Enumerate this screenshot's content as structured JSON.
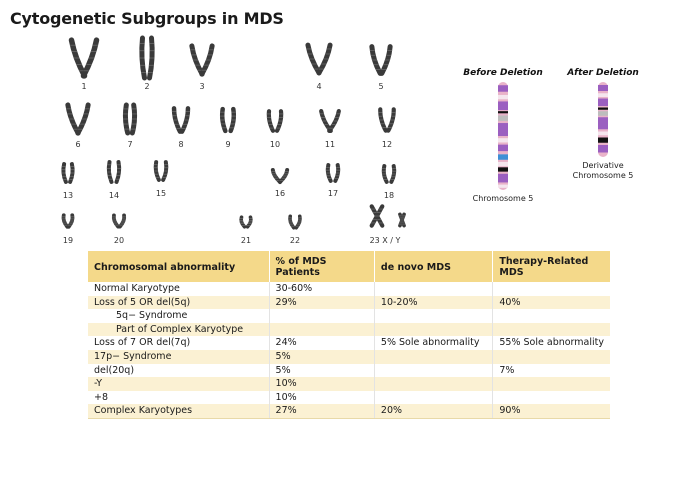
{
  "title": "Cytogenetic Subgroups in MDS",
  "karyotype": {
    "rows": [
      [
        "1",
        "2",
        "3",
        "4",
        "5"
      ],
      [
        "6",
        "7",
        "8",
        "9",
        "10",
        "11",
        "12"
      ],
      [
        "13",
        "14",
        "15",
        "16",
        "17",
        "18"
      ],
      [
        "19",
        "20",
        "21",
        "22",
        "23 X  /  Y"
      ]
    ]
  },
  "deletion": {
    "before_label": "Before Deletion",
    "after_label": "After Deletion",
    "before_caption": "Chromosome 5",
    "after_caption_line1": "Derivative",
    "after_caption_line2": "Chromosome 5"
  },
  "table": {
    "headers": [
      "Chromosomal abnormality",
      "% of MDS Patients",
      "de novo MDS",
      "Therapy-Related MDS"
    ],
    "rows": [
      {
        "abn": "Normal Karyotype",
        "pct": "30-60%",
        "denovo": "",
        "tr": "",
        "indent": false
      },
      {
        "abn": "Loss of 5 OR del(5q)",
        "pct": "29%",
        "denovo": "10-20%",
        "tr": "40%",
        "indent": false
      },
      {
        "abn": "5q− Syndrome",
        "pct": "",
        "denovo": "",
        "tr": "",
        "indent": true
      },
      {
        "abn": "Part of Complex Karyotype",
        "pct": "",
        "denovo": "",
        "tr": "",
        "indent": true
      },
      {
        "abn": "Loss of 7 OR del(7q)",
        "pct": "24%",
        "denovo": "5% Sole abnormality",
        "tr": "55% Sole abnormality",
        "indent": false
      },
      {
        "abn": "17p− Syndrome",
        "pct": "5%",
        "denovo": "",
        "tr": "",
        "indent": false
      },
      {
        "abn": "del(20q)",
        "pct": "5%",
        "denovo": "",
        "tr": "7%",
        "indent": false
      },
      {
        "abn": "-Y",
        "pct": "10%",
        "denovo": "",
        "tr": "",
        "indent": false
      },
      {
        "abn": "+8",
        "pct": "10%",
        "denovo": "",
        "tr": "",
        "indent": false
      },
      {
        "abn": "Complex Karyotypes",
        "pct": "27%",
        "denovo": "20%",
        "tr": "90%",
        "indent": false
      }
    ]
  },
  "colors": {
    "header_bg": "#f4d98a",
    "stripe_bg": "#fbf1d3",
    "chromosome": "#3a3a3a",
    "band_purple": "#9b5fc0",
    "band_pink": "#e9b3c9",
    "band_blue": "#3e8fd6"
  }
}
